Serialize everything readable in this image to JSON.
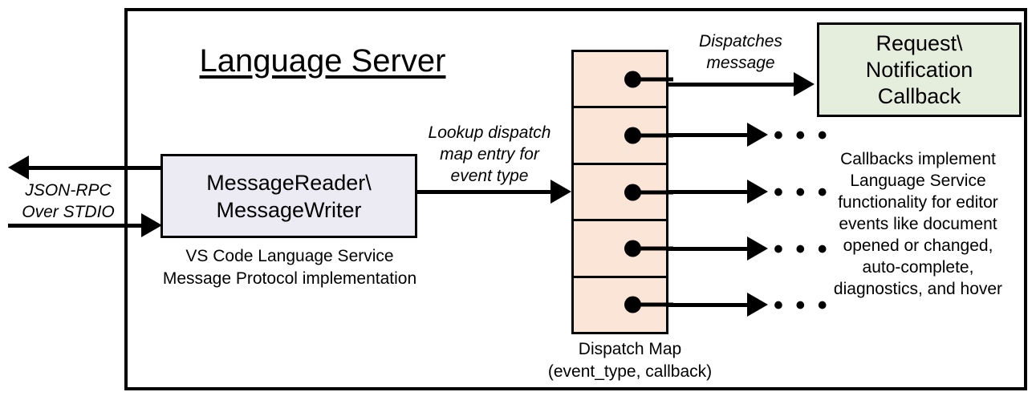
{
  "diagram": {
    "title": "Language Server",
    "nodes": {
      "message_io": {
        "label_line1": "MessageReader\\",
        "label_line2": "MessageWriter",
        "fill": "#ECEAF2",
        "caption_line1": "VS Code Language Service",
        "caption_line2": "Message Protocol implementation"
      },
      "dispatch_map": {
        "fill": "#FBE5D6",
        "rows": 5,
        "caption_line1": "Dispatch Map",
        "caption_line2": "(event_type, callback)"
      },
      "callback": {
        "label_line1": "Request\\",
        "label_line2": "Notification",
        "label_line3": "Callback",
        "fill": "#E5EEDC",
        "description_lines": [
          "Callbacks implement",
          "Language Service",
          "functionality for editor",
          "events like document",
          "opened or changed,",
          "auto-complete,",
          "diagnostics, and hover"
        ]
      }
    },
    "edges": {
      "transport": {
        "label_line1": "JSON-RPC",
        "label_line2": "Over STDIO"
      },
      "lookup": {
        "label_line1": "Lookup dispatch",
        "label_line2": "map entry for",
        "label_line3": "event type"
      },
      "dispatch": {
        "label_line1": "Dispatches",
        "label_line2": "message"
      },
      "ellipsis": "• • •"
    },
    "colors": {
      "stroke": "#000000",
      "background": "#ffffff"
    }
  }
}
